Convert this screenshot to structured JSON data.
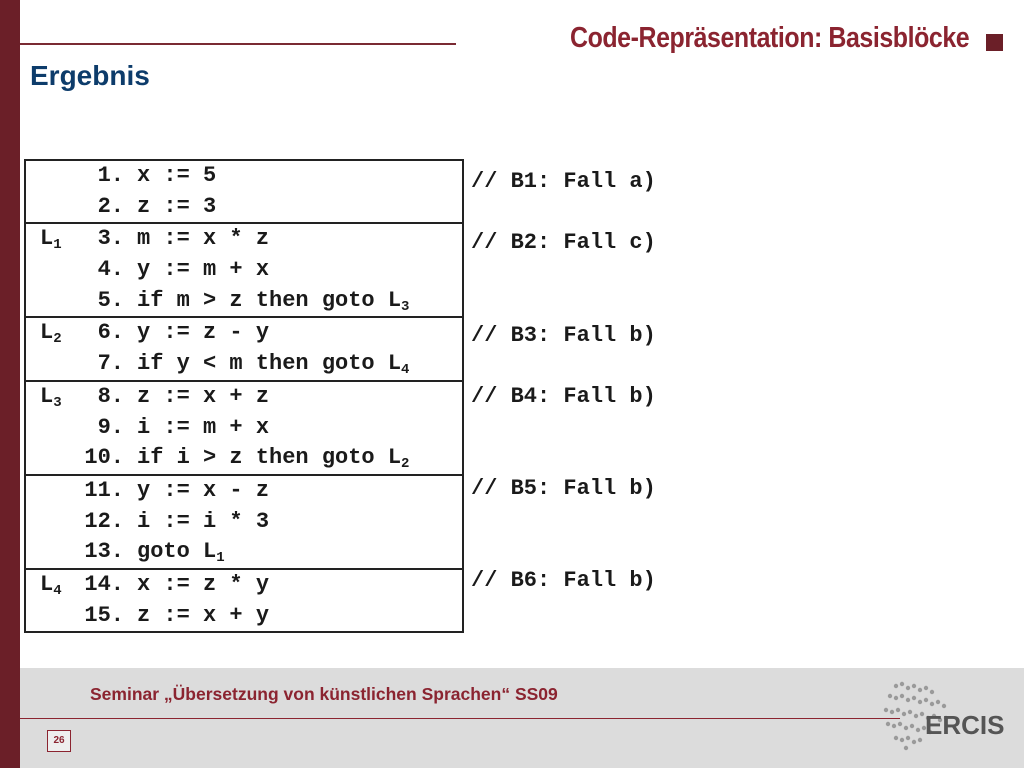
{
  "header": {
    "title": "Code-Repräsentation: Basisblöcke",
    "subtitle": "Ergebnis"
  },
  "code_blocks": [
    {
      "comment": "// B1: Fall a)",
      "lines": [
        {
          "label": "",
          "label_sub": "",
          "num": "1.",
          "stmt": "x := 5",
          "goto": "",
          "goto_sub": ""
        },
        {
          "label": "",
          "label_sub": "",
          "num": "2.",
          "stmt": "z := 3",
          "goto": "",
          "goto_sub": ""
        }
      ]
    },
    {
      "comment": "// B2: Fall c)",
      "lines": [
        {
          "label": "L",
          "label_sub": "1",
          "num": "3.",
          "stmt": "m := x * z",
          "goto": "",
          "goto_sub": ""
        },
        {
          "label": "",
          "label_sub": "",
          "num": "4.",
          "stmt": "y := m + x",
          "goto": "",
          "goto_sub": ""
        },
        {
          "label": "",
          "label_sub": "",
          "num": "5.",
          "stmt": "if m > z then goto ",
          "goto": "L",
          "goto_sub": "3"
        }
      ]
    },
    {
      "comment": "// B3: Fall b)",
      "lines": [
        {
          "label": "L",
          "label_sub": "2",
          "num": "6.",
          "stmt": "y := z - y",
          "goto": "",
          "goto_sub": ""
        },
        {
          "label": "",
          "label_sub": "",
          "num": "7.",
          "stmt": "if y < m then goto ",
          "goto": "L",
          "goto_sub": "4"
        }
      ]
    },
    {
      "comment": "// B4: Fall b)",
      "lines": [
        {
          "label": "L",
          "label_sub": "3",
          "num": "8.",
          "stmt": "z := x + z",
          "goto": "",
          "goto_sub": ""
        },
        {
          "label": "",
          "label_sub": "",
          "num": "9.",
          "stmt": "i := m + x",
          "goto": "",
          "goto_sub": ""
        },
        {
          "label": "",
          "label_sub": "",
          "num": "10.",
          "stmt": "if i > z then goto ",
          "goto": "L",
          "goto_sub": "2"
        }
      ]
    },
    {
      "comment": "// B5: Fall b)",
      "lines": [
        {
          "label": "",
          "label_sub": "",
          "num": "11.",
          "stmt": "y := x - z",
          "goto": "",
          "goto_sub": ""
        },
        {
          "label": "",
          "label_sub": "",
          "num": "12.",
          "stmt": "i := i * 3",
          "goto": "",
          "goto_sub": ""
        },
        {
          "label": "",
          "label_sub": "",
          "num": "13.",
          "stmt": "goto ",
          "goto": "L",
          "goto_sub": "1"
        }
      ]
    },
    {
      "comment": "// B6: Fall b)",
      "lines": [
        {
          "label": "L",
          "label_sub": "4",
          "num": "14.",
          "stmt": "x := z * y",
          "goto": "",
          "goto_sub": ""
        },
        {
          "label": "",
          "label_sub": "",
          "num": "15.",
          "stmt": "z := x + y",
          "goto": "",
          "goto_sub": ""
        }
      ]
    }
  ],
  "footer": {
    "seminar": "Seminar „Übersetzung von künstlichen Sprachen“ SS09",
    "page": "26",
    "logo_text": "ERCIS"
  },
  "colors": {
    "accent": "#8b2430",
    "bar": "#6b1f28",
    "subtitle": "#0d3c6b"
  }
}
